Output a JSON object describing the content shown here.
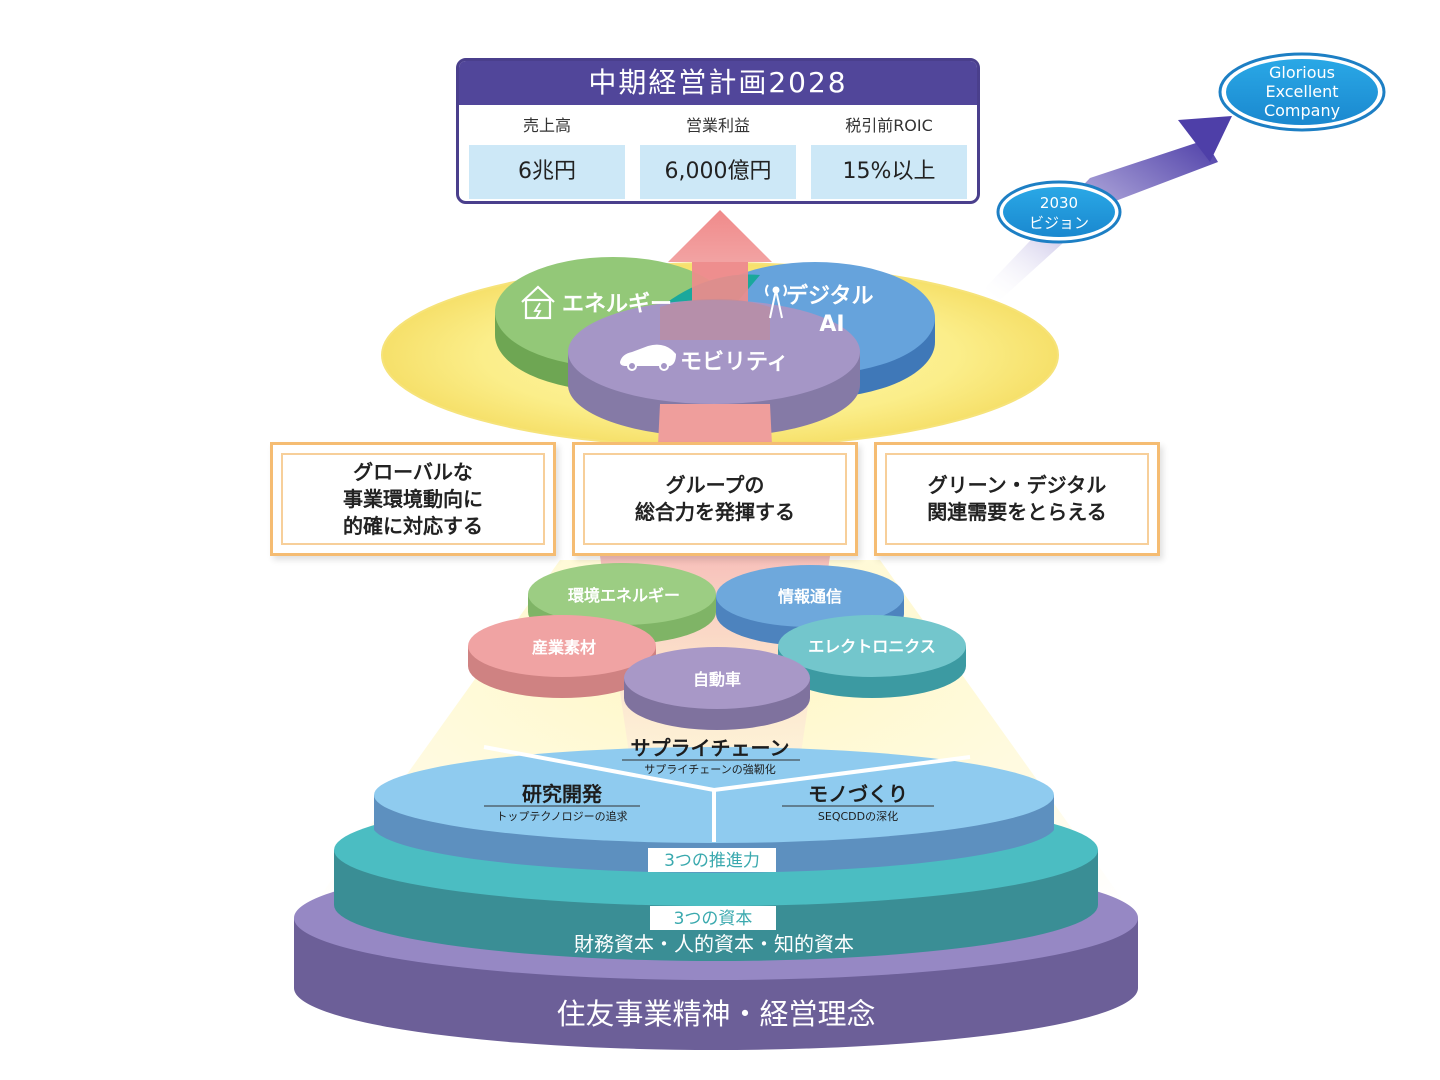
{
  "plan": {
    "title": "中期経営計画2028",
    "kpis": [
      {
        "label": "売上高",
        "value": "6兆円"
      },
      {
        "label": "営業利益",
        "value": "6,000億円"
      },
      {
        "label": "税引前ROIC",
        "value": "15%以上"
      }
    ]
  },
  "vision": {
    "goal_line1": "Glorious",
    "goal_line2": "Excellent",
    "goal_line3": "Company",
    "badge_line1": "2030",
    "badge_line2": "ビジョン"
  },
  "focus": {
    "energy": "エネルギー",
    "digital_line1": "デジタル",
    "digital_line2": "AI",
    "mobility": "モビリティ"
  },
  "themes": [
    {
      "text": "グローバルな\n事業環境動向に\n的確に対応する"
    },
    {
      "text": "グループの\n総合力を発揮する"
    },
    {
      "text": "グリーン・デジタル\n関連需要をとらえる"
    }
  ],
  "segments": {
    "env_energy": "環境エネルギー",
    "info_comm": "情報通信",
    "industrial": "産業素材",
    "electronics": "エレクトロニクス",
    "automotive": "自動車"
  },
  "drivers": {
    "supply_title": "サプライチェーン",
    "supply_sub": "サプライチェーンの強靭化",
    "rnd_title": "研究開発",
    "rnd_sub": "トップテクノロジーの追求",
    "mono_title": "モノづくり",
    "mono_sub": "SEQCDDの深化",
    "label": "3つの推進力"
  },
  "capital": {
    "label": "3つの資本",
    "items": "財務資本・人的資本・知的資本"
  },
  "foundation": {
    "text": "住友事業精神・経営理念"
  },
  "colors": {
    "purple": "#51469a",
    "energy_green": "#8dc26f",
    "digital_blue": "#5b9bd5",
    "mobility_purple": "#a798c9",
    "arrow_pink": "#ef9a9a",
    "glow_yellow": "#f8ea7a",
    "teal": "#47b8b6",
    "light_blue": "#8fcbef",
    "foundation_purple": "#7a6ba8"
  }
}
